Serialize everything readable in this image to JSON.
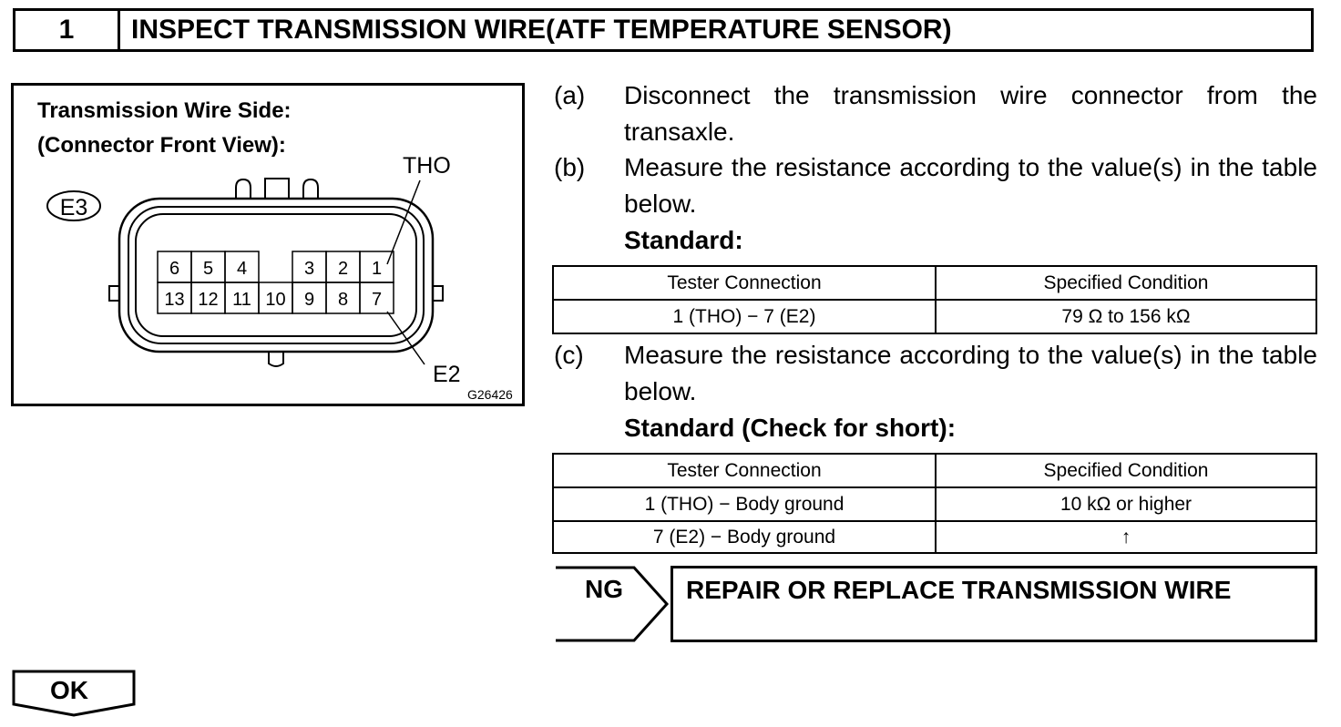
{
  "header": {
    "step_number": "1",
    "title": "INSPECT TRANSMISSION WIRE(ATF TEMPERATURE SENSOR)"
  },
  "figure": {
    "caption_line1": "Transmission Wire Side:",
    "caption_line2": "(Connector Front View):",
    "connector_code": "E3",
    "callout_top": "THO",
    "callout_bottom": "E2",
    "figure_id": "G26426",
    "pins_top": [
      "6",
      "5",
      "4",
      "",
      "3",
      "2",
      "1"
    ],
    "pins_bottom": [
      "13",
      "12",
      "11",
      "10",
      "9",
      "8",
      "7"
    ]
  },
  "steps": [
    {
      "label": "(a)",
      "text": "Disconnect the transmission wire connector from the transaxle."
    },
    {
      "label": "(b)",
      "text": "Measure the resistance according to the value(s) in the table below."
    },
    {
      "label": "(c)",
      "text": "Measure the resistance according to the value(s) in the table below."
    }
  ],
  "standard_b": "Standard:",
  "standard_c": "Standard (Check for short):",
  "table_b": {
    "headers": [
      "Tester Connection",
      "Specified Condition"
    ],
    "rows": [
      [
        "1 (THO) − 7 (E2)",
        "79 Ω to 156 kΩ"
      ]
    ]
  },
  "table_c": {
    "headers": [
      "Tester Connection",
      "Specified Condition"
    ],
    "rows": [
      [
        "1 (THO) − Body ground",
        "10 kΩ or higher"
      ],
      [
        "7 (E2) − Body ground",
        "↑"
      ]
    ]
  },
  "ng": {
    "label": "NG",
    "action": "REPAIR OR REPLACE TRANSMISSION WIRE"
  },
  "ok": {
    "label": "OK"
  }
}
